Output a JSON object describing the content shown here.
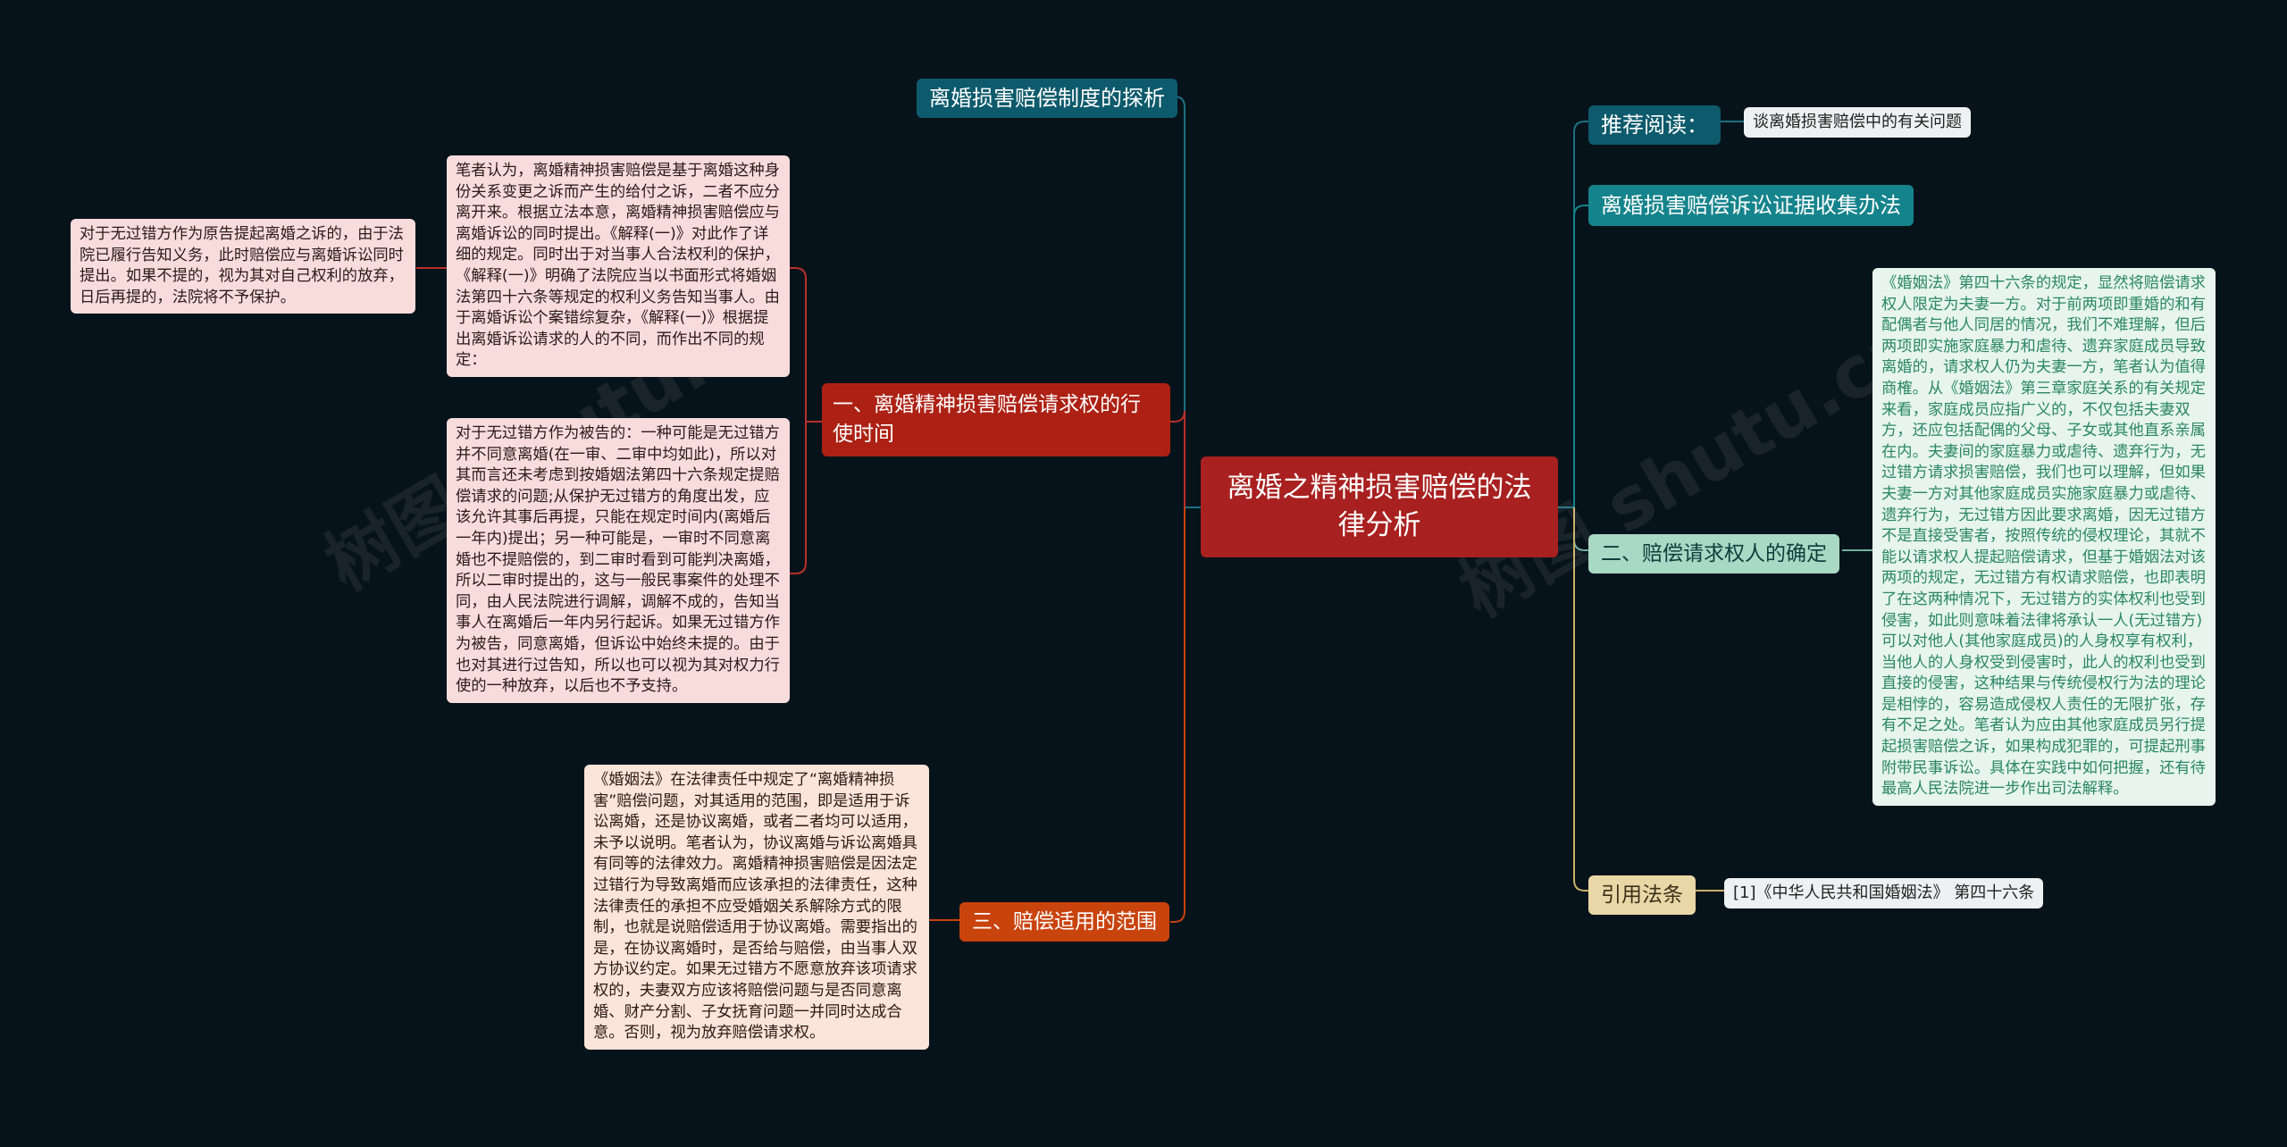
{
  "root": {
    "title": "离婚之精神损害赔偿的法律分析"
  },
  "left": {
    "branch_system": {
      "label": "离婚损害赔偿制度的探析"
    },
    "branch_time": {
      "label": "一、离婚精神损害赔偿请求权的行使时间",
      "detail_author": "笔者认为，离婚精神损害赔偿是基于离婚这种身份关系变更之诉而产生的给付之诉，二者不应分离开来。根据立法本意，离婚精神损害赔偿应与离婚诉讼的同时提出。《解释(一)》对此作了详细的规定。同时出于对当事人合法权利的保护，《解释(一)》明确了法院应当以书面形式将婚姻法第四十六条等规定的权利义务告知当事人。由于离婚诉讼个案错综复杂，《解释(一)》根据提出离婚诉讼请求的人的不同，而作出不同的规定：",
      "detail_plaintiff": "对于无过错方作为原告提起离婚之诉的，由于法院已履行告知义务，此时赔偿应与离婚诉讼同时提出。如果不提的，视为其对自己权利的放弃，日后再提的，法院将不予保护。",
      "detail_defendant": "对于无过错方作为被告的：一种可能是无过错方并不同意离婚(在一审、二审中均如此)，所以对其而言还未考虑到按婚姻法第四十六条规定提赔偿请求的问题;从保护无过错方的角度出发，应该允许其事后再提，只能在规定时间内(离婚后一年内)提出；另一种可能是，一审时不同意离婚也不提赔偿的，到二审时看到可能判决离婚，所以二审时提出的，这与一般民事案件的处理不同，由人民法院进行调解，调解不成的，告知当事人在离婚后一年内另行起诉。如果无过错方作为被告，同意离婚，但诉讼中始终未提的。由于也对其进行过告知，所以也可以视为其对权力行使的一种放弃，以后也不予支持。"
    },
    "branch_scope": {
      "label": "三、赔偿适用的范围",
      "detail": "《婚姻法》在法律责任中规定了“离婚精神损害”赔偿问题，对其适用的范围，即是适用于诉讼离婚，还是协议离婚，或者二者均可以适用，未予以说明。笔者认为，协议离婚与诉讼离婚具有同等的法律效力。离婚精神损害赔偿是因法定过错行为导致离婚而应该承担的法律责任，这种法律责任的承担不应受婚姻关系解除方式的限制，也就是说赔偿适用于协议离婚。需要指出的是，在协议离婚时，是否给与赔偿，由当事人双方协议约定。如果无过错方不愿意放弃该项请求权的，夫妻双方应该将赔偿问题与是否同意离婚、财产分割、子女抚育问题一并同时达成合意。否则，视为放弃赔偿请求权。"
    }
  },
  "right": {
    "branch_reading": {
      "label": "推荐阅读：",
      "link": "谈离婚损害赔偿中的有关问题"
    },
    "branch_evidence": {
      "label": "离婚损害赔偿诉讼证据收集办法"
    },
    "branch_claimant": {
      "label": "二、赔偿请求权人的确定",
      "detail": "《婚姻法》第四十六条的规定，显然将赔偿请求权人限定为夫妻一方。对于前两项即重婚的和有配偶者与他人同居的情况，我们不难理解，但后两项即实施家庭暴力和虐待、遗弃家庭成员导致离婚的，请求权人仍为夫妻一方，笔者认为值得商榷。从《婚姻法》第三章家庭关系的有关规定来看，家庭成员应指广义的，不仅包括夫妻双方，还应包括配偶的父母、子女或其他直系亲属在内。夫妻间的家庭暴力或虐待、遗弃行为，无过错方请求损害赔偿，我们也可以理解，但如果夫妻一方对其他家庭成员实施家庭暴力或虐待、遗弃行为，无过错方因此要求离婚，因无过错方不是直接受害者，按照传统的侵权理论，其就不能以请求权人提起赔偿请求，但基于婚姻法对该两项的规定，无过错方有权请求赔偿，也即表明了在这两种情况下，无过错方的实体权利也受到侵害，如此则意味着法律将承认一人(无过错方)可以对他人(其他家庭成员)的人身权享有权利，当他人的人身权受到侵害时，此人的权利也受到直接的侵害，这种结果与传统侵权行为法的理论是相悖的，容易造成侵权人责任的无限扩张，存有不足之处。笔者认为应由其他家庭成员另行提起损害赔偿之诉，如果构成犯罪的，可提起刑事附带民事诉讼。具体在实践中如何把握，还有待最高人民法院进一步作出司法解释。"
    },
    "branch_law": {
      "label": "引用法条",
      "item": "[1]《中华人民共和国婚姻法》 第四十六条"
    }
  },
  "watermark": {
    "text": "树图 shutu.cn"
  },
  "colors": {
    "background": "#07131a",
    "root": "#a8201f",
    "teal": "#0d5a6c",
    "red": "#ad2114",
    "orange": "#c9430d",
    "mint": "#a9d8c5",
    "sand": "#ead7a7"
  }
}
